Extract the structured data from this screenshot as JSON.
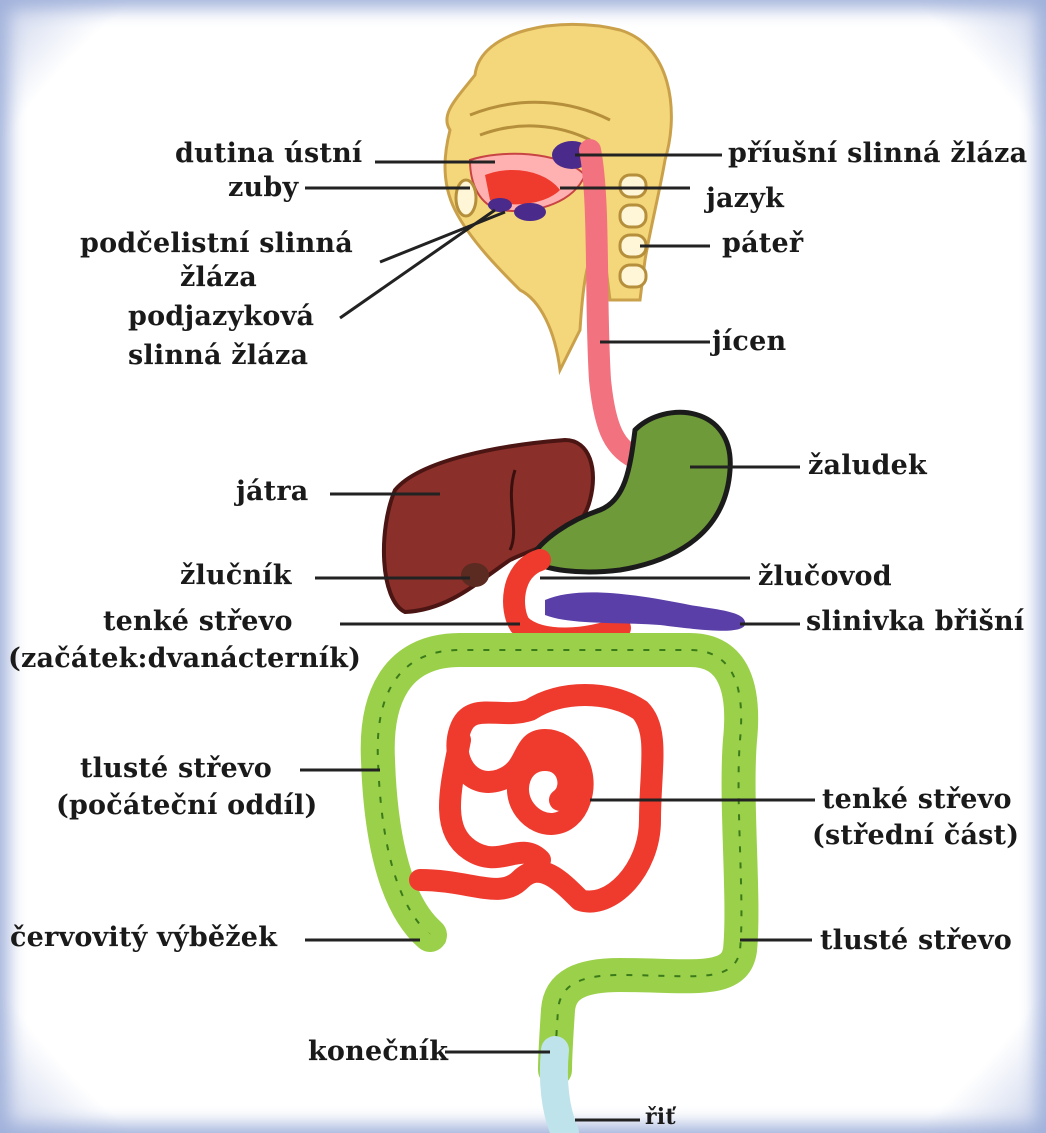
{
  "diagram": {
    "labels": {
      "dutina_ustni": "dutina ústní",
      "zuby": "zuby",
      "podcelistni_1": "podčelistní slinná",
      "podcelistni_2": "žláza",
      "podjazykova_1": "podjazyková",
      "podjazykova_2": "slinná žláza",
      "prIusni": "příušní slinná žláza",
      "jazyk": "jazyk",
      "pater": "páteř",
      "jicen": "jícen",
      "zaludek": "žaludek",
      "jatra": "játra",
      "zlucnik": "žlučník",
      "zlucovod": "žlučovod",
      "tenke_strevo_1": "tenké střevo",
      "tenke_strevo_2": "(začátek:dvanácterník)",
      "slinivka": "slinivka břišní",
      "tluste_strevo_pocatek_1": "tlusté střevo",
      "tluste_strevo_pocatek_2": "(počáteční oddíl)",
      "tenke_strevo_stred_1": "tenké střevo",
      "tenke_strevo_stred_2": "(střední část)",
      "cervovity": "červovitý výběžek",
      "tluste_strevo": "tlusté střevo",
      "konecnik": "konečník",
      "rit": "řiť"
    },
    "colors": {
      "head": "#f4d77a",
      "tongue_mouth": "#ff6f6f",
      "esophagus": "#f2737f",
      "liver": "#8a2f2a",
      "stomach": "#6f9a3a",
      "pancreas": "#5a3fa8",
      "small_intestine": "#ef3b2e",
      "large_intestine": "#9bd04a",
      "rectum": "#bfe3ea",
      "gland": "#4a2a8a",
      "line": "#222222"
    }
  }
}
